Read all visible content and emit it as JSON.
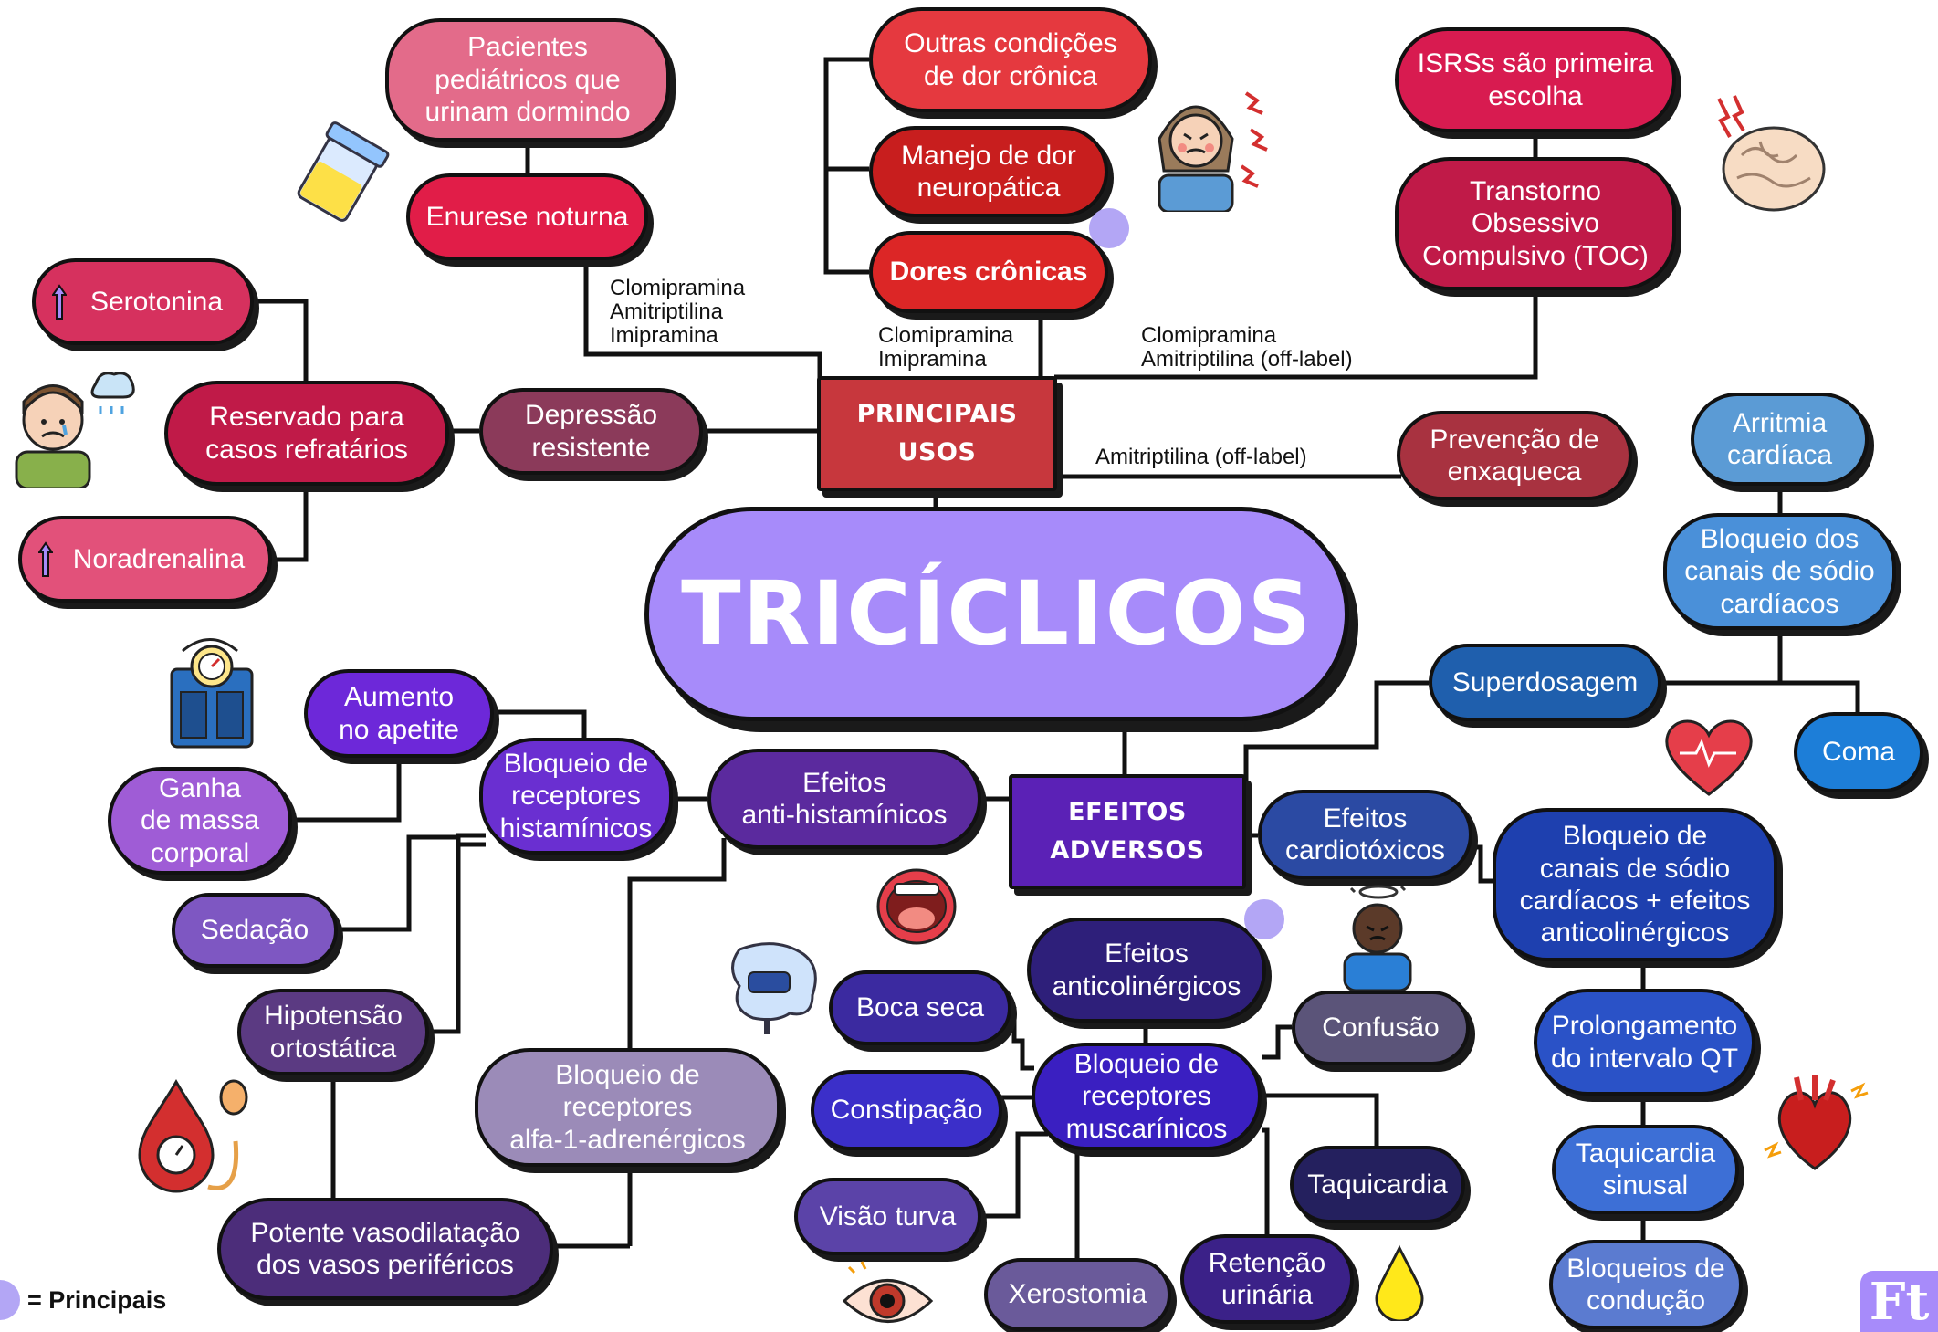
{
  "title": "TRICÍCLICOS",
  "hubs": {
    "usos": "PRINCIPAIS\nUSOS",
    "efeitos": "EFEITOS\nADVERSOS"
  },
  "uses": {
    "pediatricos": "Pacientes\npediátricos que\nurinam dormindo",
    "enurese": "Enurese noturna",
    "outras_dor": "Outras condições\nde dor crônica",
    "neuropatica": "Manejo de dor\nneuropática",
    "dores_cronicas": "Dores crônicas",
    "isrs": "ISRSs são primeira\nescolha",
    "toc": "Transtorno\nObsessivo\nCompulsivo (TOC)",
    "serotonina": "Serotonina",
    "reservado": "Reservado para\ncasos refratários",
    "depressao": "Depressão\nresistente",
    "noradrenalina": "Noradrenalina",
    "enxaqueca": "Prevenção de\nenxaqueca"
  },
  "drug_labels": {
    "enurese": "Clomipramina\nAmitriptilina\nImipramina",
    "dores": "Clomipramina\n  Imipramina",
    "toc": "Clomipramina\nAmitriptilina (off-label)",
    "enxaqueca": "Amitriptilina (off-label)"
  },
  "adverse": {
    "arritmia": "Arritmia\ncardíaca",
    "bloqueio_sodio": "Bloqueio dos\ncanais de sódio\ncardíacos",
    "superdosagem": "Superdosagem",
    "coma": "Coma",
    "aumento_apetite": "Aumento\nno apetite",
    "bloqueio_hist": "Bloqueio de\nreceptores\nhistamínicos",
    "anti_hist": "Efeitos\nanti-histamínicos",
    "ganha_massa": "Ganha\nde massa\ncorporal",
    "sedacao": "Sedação",
    "cardiotoxicos": "Efeitos\ncardiotóxicos",
    "bloqueio_sodio_anticol": "Bloqueio de\ncanais de sódio\ncardíacos + efeitos\nanticolinérgicos",
    "anticolinergicos": "Efeitos\nanticolinérgicos",
    "hipotensao": "Hipotensão\nortostática",
    "boca_seca": "Boca seca",
    "confusao": "Confusão",
    "bloqueio_alfa": "Bloqueio de\nreceptores\nalfa-1-adrenérgicos",
    "bloqueio_musc": "Bloqueio de\nreceptores\nmuscarínicos",
    "constipacao": "Constipação",
    "prolongamento_qt": "Prolongamento\ndo intervalo QT",
    "taquicardia": "Taquicardia",
    "visao_turva": "Visão turva",
    "taquicardia_sinusal": "Taquicardia\nsinusal",
    "vasodilatacao": "Potente vasodilatação\ndos vasos periféricos",
    "xerostomia": "Xerostomia",
    "retencao": "Retenção\nurinária",
    "bloqueios_conducao": "Bloqueios de\ncondução"
  },
  "legend": "= Principais",
  "brand": "Ft",
  "colors": {
    "center": "#a78bfa",
    "hub_usos": "#c7373d",
    "hub_efeitos": "#5b21b6",
    "pink": "#e36b8a",
    "crimson": "#e11d48",
    "red": "#dc2626",
    "rose": "#c81e4f",
    "maroon": "#9f1239",
    "wine": "#8b3a5a",
    "brick": "#a83240",
    "blue_light": "#5b9bd5",
    "blue": "#1d6fd1",
    "navy_blue": "#1e40af",
    "violet": "#6d28d9",
    "purple_light": "#9f5cd6",
    "lavender": "#7e57c2",
    "grey_violet": "#9b8bb8",
    "indigo": "#2e1f7a",
    "slate": "#5b5479",
    "deep_purple": "#4c2d7a"
  },
  "icons": [
    "urine-cup-icon",
    "pain-face-icon",
    "brain-icon",
    "sad-person-icon",
    "scale-icon",
    "heart-icon",
    "mouth-icon",
    "intestine-icon",
    "dizzy-person-icon",
    "blood-pressure-icon",
    "heart-pain-icon",
    "eye-icon",
    "drop-icon"
  ]
}
